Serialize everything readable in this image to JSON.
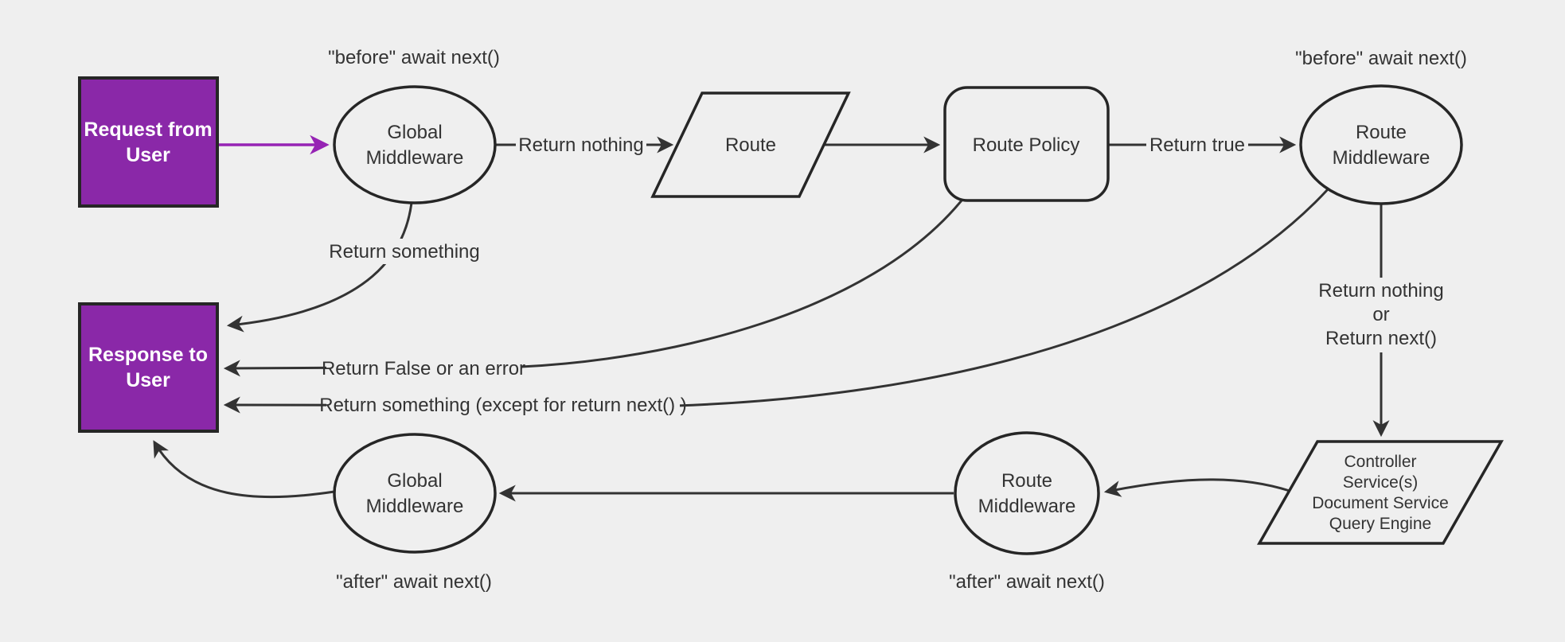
{
  "colors": {
    "background": "#efefef",
    "purple_fill": "#8a28a8",
    "purple_arrow": "#9623b4",
    "node_stroke": "#262626",
    "edge_color": "#333333",
    "text": "#333333",
    "text_on_purple": "#ffffff"
  },
  "nodes": {
    "request_from_user": {
      "lines": [
        "Request from",
        "User"
      ]
    },
    "global_middleware_top": {
      "lines": [
        "Global",
        "Middleware"
      ]
    },
    "route": {
      "label": "Route"
    },
    "route_policy": {
      "label": "Route Policy"
    },
    "route_middleware_top": {
      "lines": [
        "Route",
        "Middleware"
      ]
    },
    "response_to_user": {
      "lines": [
        "Response to",
        "User"
      ]
    },
    "controller_stack": {
      "lines": [
        "Controller",
        "Service(s)",
        "Document Service",
        "Query Engine"
      ]
    },
    "route_middleware_bottom": {
      "lines": [
        "Route",
        "Middleware"
      ]
    },
    "global_middleware_bottom": {
      "lines": [
        "Global",
        "Middleware"
      ]
    }
  },
  "edge_labels": {
    "before_await_next_global": "\"before\" await next()",
    "before_await_next_route": "\"before\" await next()",
    "return_nothing": "Return nothing",
    "return_true": "Return true",
    "return_something": "Return something",
    "return_false_or_error": "Return False or an error",
    "return_something_except": "Return something (except for return next() )",
    "return_nothing_or": [
      "Return nothing",
      "or",
      "Return next()"
    ],
    "after_await_next_route": "\"after\" await next()",
    "after_await_next_global": "\"after\" await next()"
  }
}
